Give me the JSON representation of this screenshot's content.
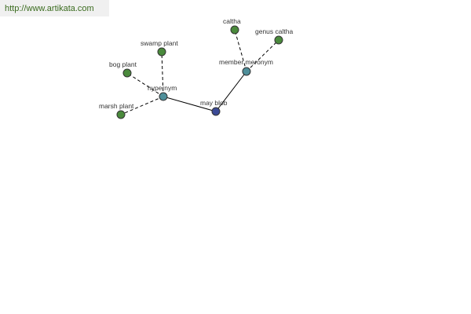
{
  "banner": {
    "url": "http://www.artikata.com"
  },
  "colors": {
    "leaf": "#4a8a3c",
    "relation": "#4f8f9a",
    "root": "#3b4a96"
  },
  "nodes": {
    "may_blob": {
      "label": "may blob",
      "kind": "root"
    },
    "hypernym": {
      "label": "hypernym",
      "kind": "relation"
    },
    "member_meronym": {
      "label": "member meronym",
      "kind": "relation"
    },
    "swamp_plant": {
      "label": "swamp plant",
      "kind": "leaf"
    },
    "bog_plant": {
      "label": "bog plant",
      "kind": "leaf"
    },
    "marsh_plant": {
      "label": "marsh plant",
      "kind": "leaf"
    },
    "caltha": {
      "label": "caltha",
      "kind": "leaf"
    },
    "genus_caltha": {
      "label": "genus caltha",
      "kind": "leaf"
    }
  },
  "edges": [
    {
      "from": "may_blob",
      "to": "hypernym",
      "style": "solid"
    },
    {
      "from": "may_blob",
      "to": "member_meronym",
      "style": "solid"
    },
    {
      "from": "hypernym",
      "to": "swamp_plant",
      "style": "dashed"
    },
    {
      "from": "hypernym",
      "to": "bog_plant",
      "style": "dashed"
    },
    {
      "from": "hypernym",
      "to": "marsh_plant",
      "style": "dashed"
    },
    {
      "from": "member_meronym",
      "to": "caltha",
      "style": "dashed"
    },
    {
      "from": "member_meronym",
      "to": "genus_caltha",
      "style": "dashed"
    }
  ]
}
